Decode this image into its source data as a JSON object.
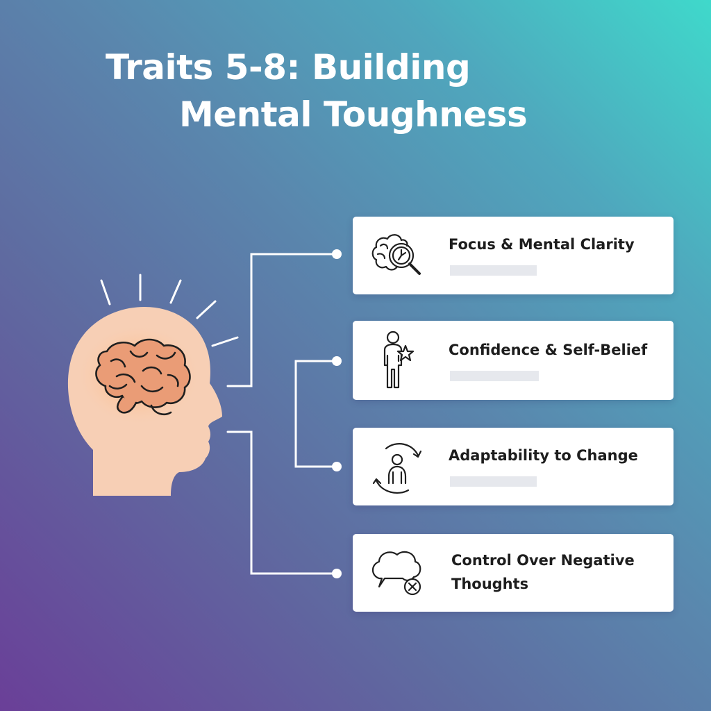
{
  "title": {
    "line1": "Traits 5-8: Building",
    "line2": "Mental Toughness"
  },
  "colors": {
    "background_top_right": "#3fd9cb",
    "background_bottom_left": "#6a3f98",
    "head": "#f7cfb5",
    "brain_outline": "#1f1f1f",
    "card": "#ffffff",
    "placeholder_bar": "#e6e8ed",
    "connector": "#ffffff"
  },
  "traits": [
    {
      "icon": "brain-magnifier-icon",
      "line1": "Focus & Mental Clarity",
      "line2": ""
    },
    {
      "icon": "person-star-icon",
      "line1": "Confidence & Self-Belief",
      "line2": ""
    },
    {
      "icon": "person-cycle-arrows-icon",
      "line1": "Adaptability to Change",
      "line2": ""
    },
    {
      "icon": "thought-bubble-x-icon",
      "line1": "Control Over Negative",
      "line2": "Thoughts"
    }
  ]
}
